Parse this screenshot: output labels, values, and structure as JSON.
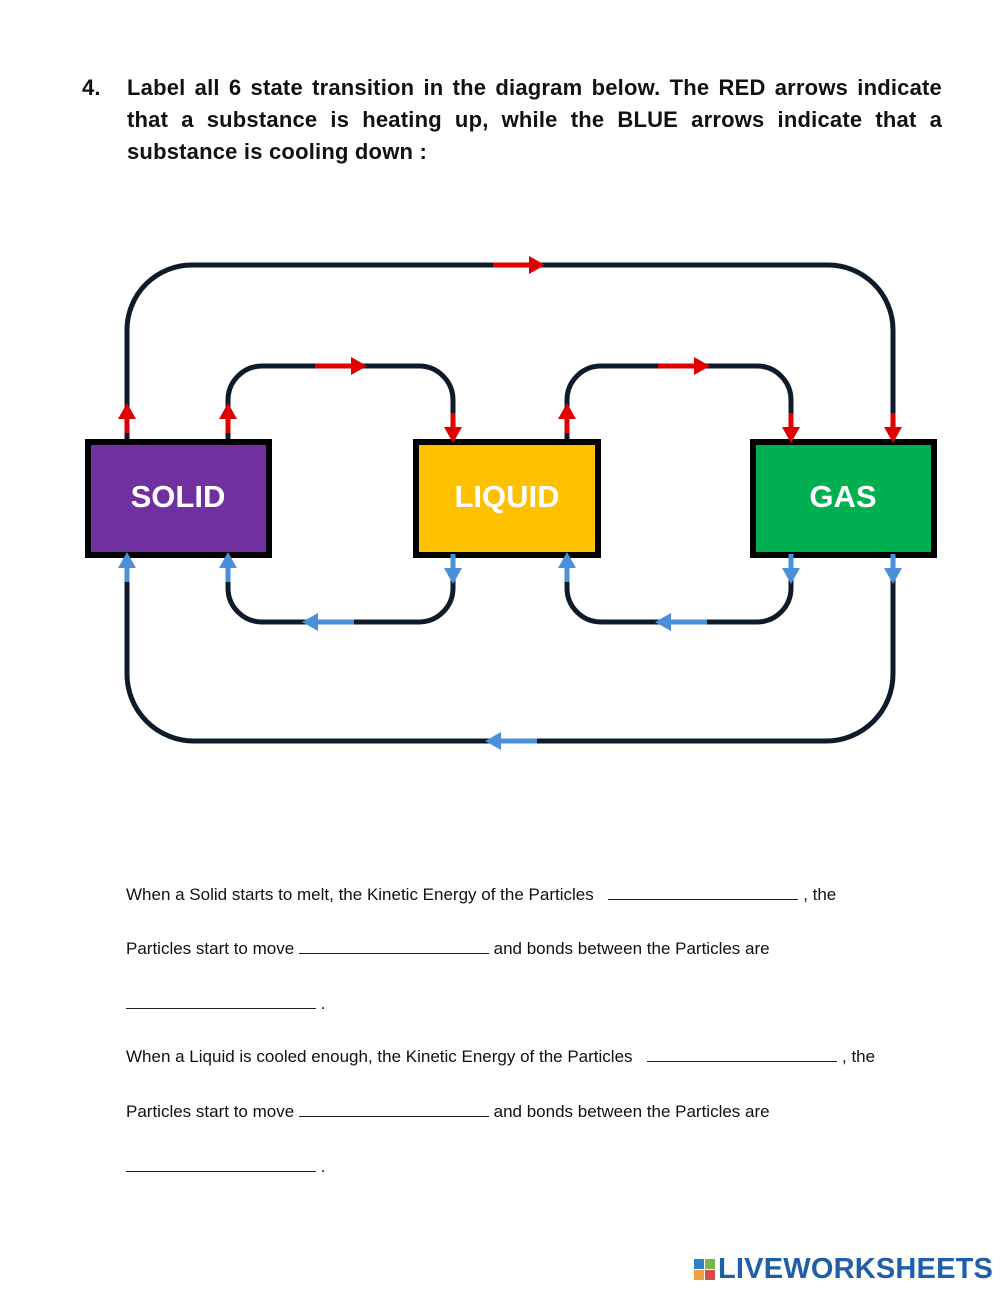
{
  "question": {
    "number": "4.",
    "text": "Label all 6 state transition in the diagram below.  The RED arrows indicate that a substance is heating up, while the BLUE arrows indicate that a substance is cooling down :"
  },
  "diagram": {
    "boxes": [
      {
        "label": "SOLID",
        "color": "#7030a0"
      },
      {
        "label": "LIQUID",
        "color": "#ffc000"
      },
      {
        "label": "GAS",
        "color": "#00b050"
      }
    ],
    "heating_arrow_color": "#e00000",
    "cooling_arrow_color": "#4a90d9",
    "line_color": "#0d1b2a"
  },
  "sentences": {
    "s1_a": "When a Solid starts to melt, the Kinetic Energy of the Particles",
    "s1_b": ", the",
    "s2_a": "Particles start to move",
    "s2_b": "and bonds between the Particles are",
    "s3_end": ".",
    "s4_a": "When a Liquid is cooled enough, the Kinetic Energy of the Particles",
    "s4_b": ", the",
    "s5_a": "Particles start to move",
    "s5_b": "and bonds between the Particles are",
    "s6_end": "."
  },
  "logo": {
    "text": "LIVEWORKSHEETS",
    "colors": [
      "#2f80c8",
      "#7ab648",
      "#f2a03d",
      "#d94a4a"
    ]
  }
}
